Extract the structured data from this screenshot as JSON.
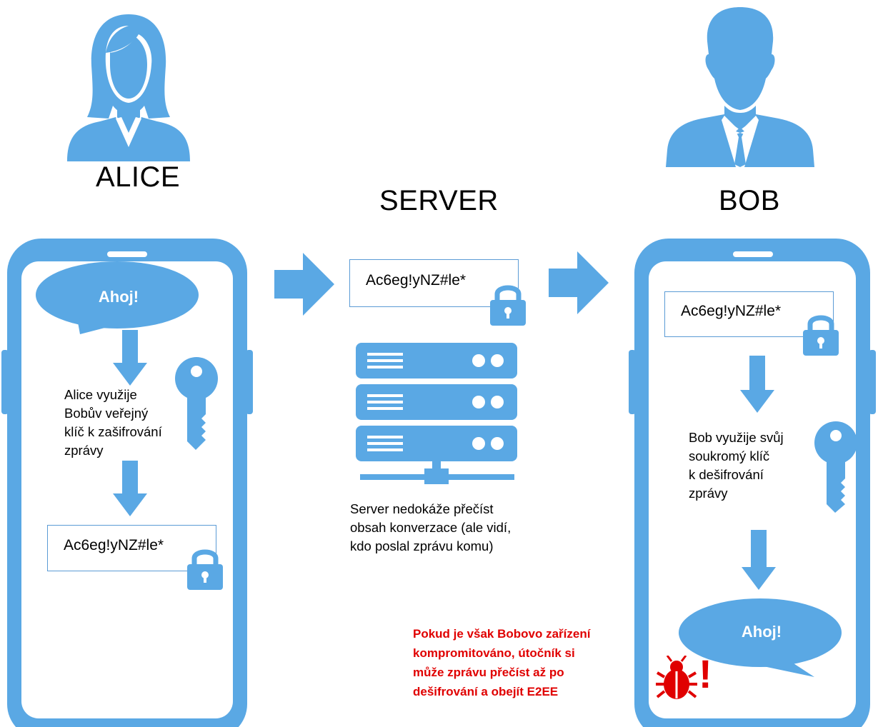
{
  "colors": {
    "accent": "#5aa8e4",
    "accent_dark": "#5b9bd5",
    "warning": "#e00000"
  },
  "actors": {
    "alice": {
      "label": "ALICE",
      "icon": "woman-avatar-icon"
    },
    "server": {
      "label": "SERVER",
      "icon": "server-rack-icon"
    },
    "bob": {
      "label": "BOB",
      "icon": "man-avatar-icon"
    }
  },
  "alice_phone": {
    "bubble": "Ahoj!",
    "step_text": [
      "Alice využije",
      "Bobův veřejný",
      "klíč k zašifrování",
      "zprávy"
    ],
    "cipher": "Ac6eg!yNZ#le*"
  },
  "server_panel": {
    "cipher": "Ac6eg!yNZ#le*",
    "note": [
      "Server nedokáže přečíst",
      "obsah konverzace (ale vidí,",
      "kdo poslal zprávu komu)"
    ]
  },
  "bob_phone": {
    "cipher": "Ac6eg!yNZ#le*",
    "step_text": [
      "Bob využije svůj",
      "soukromý klíč",
      "k dešifrování",
      "zprávy"
    ],
    "bubble": "Ahoj!",
    "alert_mark": "!"
  },
  "warning": {
    "lines": [
      "Pokud je však Bobovo zařízení",
      "kompromitováno, útočník si",
      "může zprávu přečíst až po",
      "dešifrování a obejít E2EE"
    ]
  }
}
